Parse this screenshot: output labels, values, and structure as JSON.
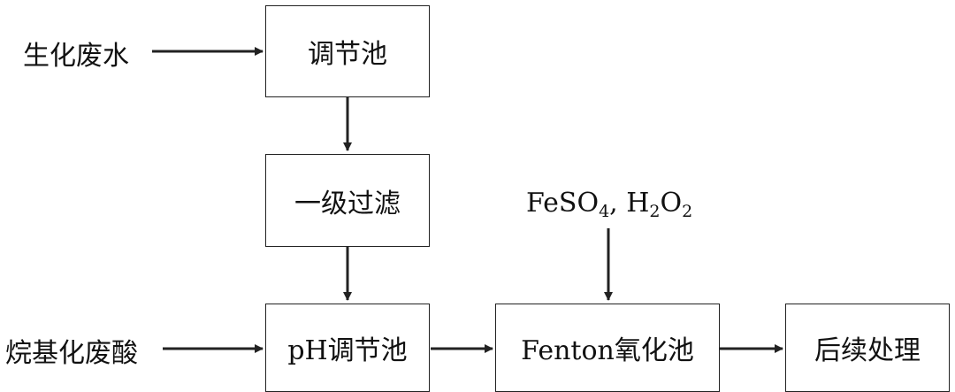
{
  "inputs": {
    "biochemical_wastewater": "生化废水",
    "alkyl_waste_acid": "烷基化废酸"
  },
  "boxes": {
    "adjust_tank": "调节池",
    "primary_filter": "一级过滤",
    "ph_adjust_tank": "pH调节池",
    "fenton_tank": "Fenton氧化池",
    "post_treatment": "后续处理"
  },
  "reagents": {
    "fe_prefix": "FeSO",
    "fe_sub": "4",
    "sep": ",  H",
    "h_sub": "2",
    "o": "O",
    "o_sub": "2"
  }
}
